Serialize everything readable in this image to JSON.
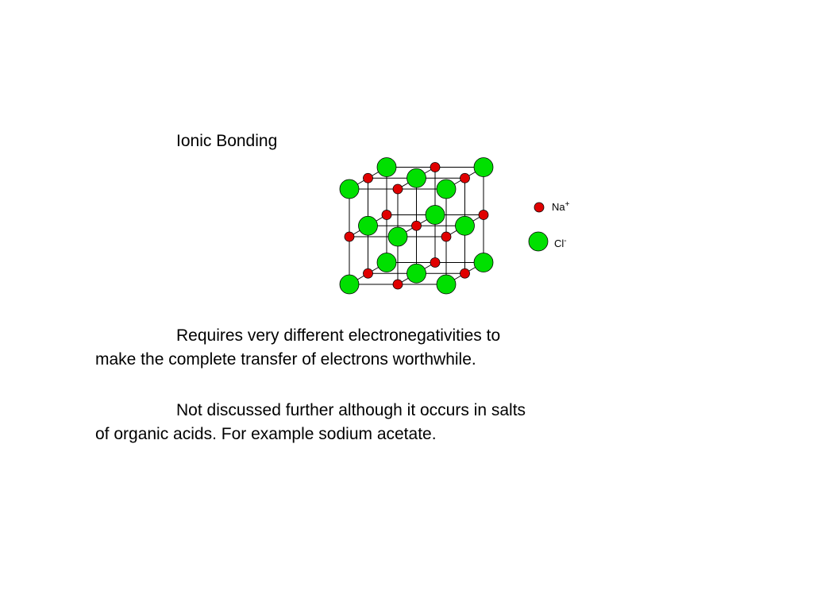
{
  "slide": {
    "title": "Ionic Bonding",
    "paragraphs": [
      {
        "line1": "Requires very different electronegativities to",
        "line2": "make the complete transfer of electrons worthwhile."
      },
      {
        "line1": "Not discussed further although it occurs in salts",
        "line2": "of organic acids.  For example sodium acetate."
      }
    ]
  },
  "diagram": {
    "legend": {
      "sodium_label": "Na",
      "sodium_charge": "+",
      "chloride_label": "Cl",
      "chloride_charge": "-"
    },
    "colors": {
      "sodium": "#e00000",
      "chloride": "#00e000",
      "outline": "#000000",
      "bond": "#000000"
    }
  }
}
